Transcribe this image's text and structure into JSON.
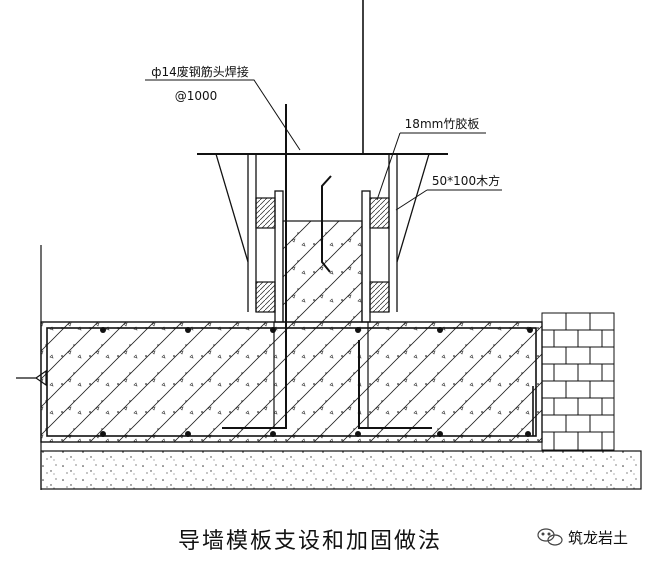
{
  "labels": {
    "weld_rebar": "ф14废钢筋头焊接",
    "weld_spacing": "@1000",
    "plywood": "18mm竹胶板",
    "timber": "50*100木方"
  },
  "caption": "导墙模板支设和加固做法",
  "watermark": {
    "text": "筑龙岩土",
    "icon": "wechat-icon"
  },
  "colors": {
    "line": "#111111",
    "background": "#ffffff"
  }
}
